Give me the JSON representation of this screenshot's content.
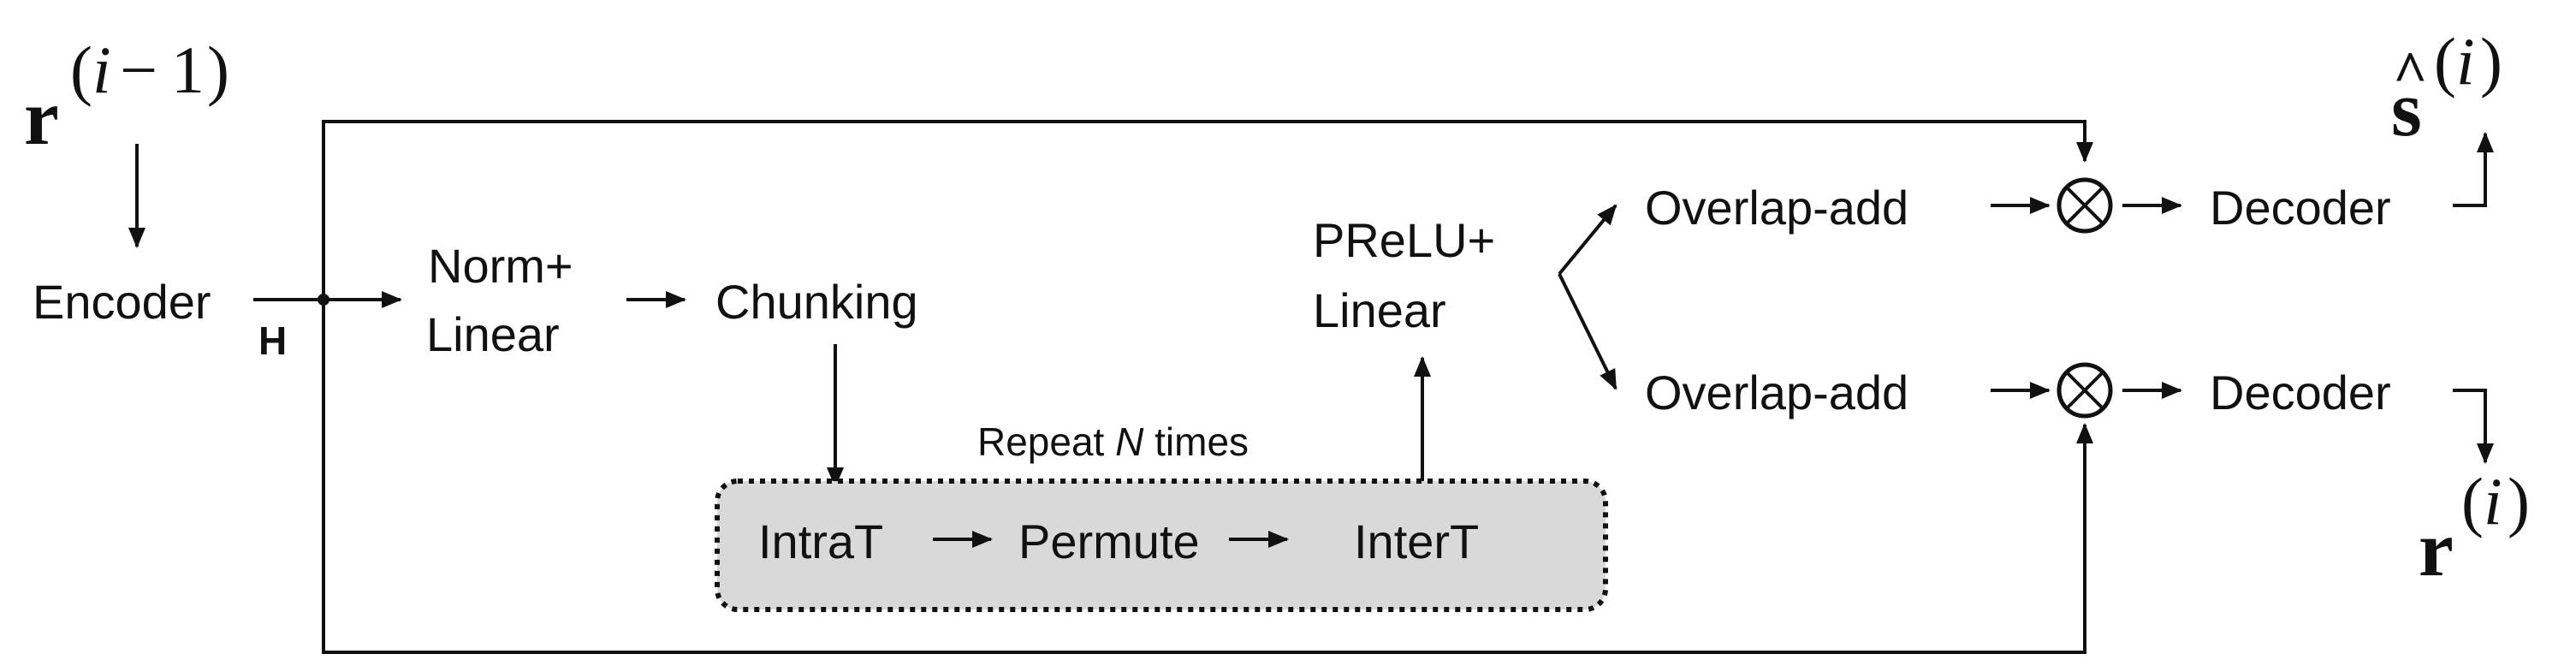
{
  "input_signal": {
    "base": "r",
    "sup_index": "i",
    "sup_op": "−",
    "sup_num": "1"
  },
  "encoder": {
    "label": "Encoder",
    "output": "H"
  },
  "norm_linear": {
    "line1": "Norm+",
    "line2": "Linear"
  },
  "chunking": {
    "label": "Chunking"
  },
  "repeat_block": {
    "caption_prefix": "Repeat ",
    "caption_var": "N",
    "caption_suffix": " times",
    "steps": [
      "IntraT",
      "Permute",
      "InterT"
    ]
  },
  "prelu_linear": {
    "line1": "PReLU+",
    "line2": "Linear"
  },
  "branches": [
    {
      "overlap": "Overlap-add",
      "multiply": "⊗",
      "decoder": "Decoder",
      "output_base": "s",
      "output_hat": "^",
      "output_sup": "i"
    },
    {
      "overlap": "Overlap-add",
      "multiply": "⊗",
      "decoder": "Decoder",
      "output_base": "r",
      "output_sup": "i"
    }
  ]
}
